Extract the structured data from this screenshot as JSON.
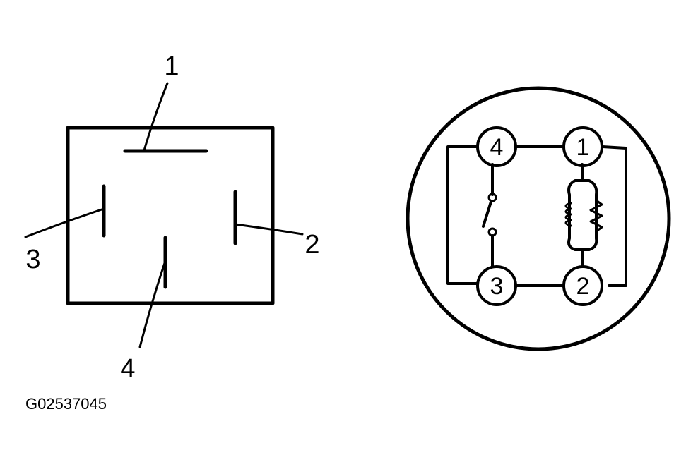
{
  "relay_terminal_view": {
    "labels": [
      "1",
      "2",
      "3",
      "4"
    ]
  },
  "relay_schematic_view": {
    "terminals": [
      "4",
      "1",
      "3",
      "2"
    ]
  },
  "figure_code": "G02537045"
}
